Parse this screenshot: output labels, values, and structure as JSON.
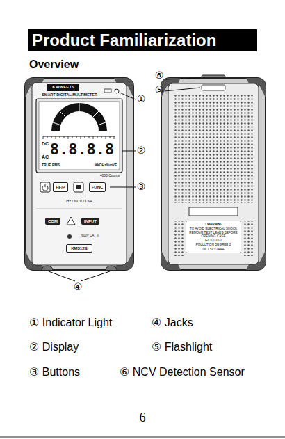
{
  "diagram": {
    "title": "Product Familiarization",
    "nodes": [
      {
        "text": [
          "HF/P"
        ]
      },
      {
        "text": [
          "FUNC"
        ]
      },
      {
        "text": [
          "COM"
        ]
      },
      {
        "text": [
          "INPUT"
        ]
      },
      {
        "text": [
          "KM312B"
        ]
      },
      {
        "text": [
          "⚠WARNING",
          "TO AVOID ELECTRICAL SHOCK REMOVE TEST LEADS BEFORE OPENING CASE",
          "IEC61010-1",
          "POLLUTION DEGREE 2",
          "DC1.5VX2AAA"
        ]
      }
    ],
    "labels": [
      "Overview",
      "①",
      "②",
      "③",
      "④",
      "⑥",
      "⑤",
      "KAIWEETS",
      "SMART DIGITAL MULTIMETER",
      "DC",
      "AC",
      "8.8.8.8",
      "TRUE RMS",
      "MkΩHz%mVF",
      "4000 Counts",
      "Hz / NCV / Live",
      "600V CAT III",
      "① Indicator Light",
      "② Display",
      "③ Buttons",
      "④ Jacks",
      "⑤ Flashlight",
      "⑥ NCV Detection Sensor",
      "6"
    ]
  }
}
